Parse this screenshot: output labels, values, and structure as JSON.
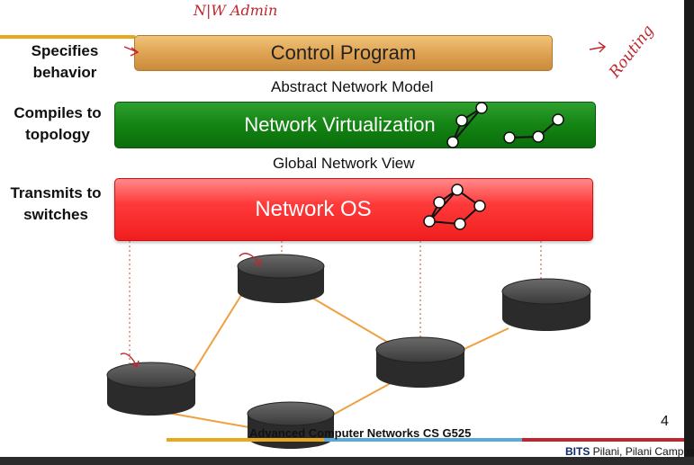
{
  "slide": {
    "handwriting": {
      "top_note": "N|W Admin",
      "side_note": "Routing"
    },
    "layers": [
      {
        "side_label": "Specifies\nbehavior",
        "box_label": "Control Program",
        "color": "#e1a656"
      },
      {
        "side_label": "Compiles to\ntopology",
        "box_label": "Network Virtualization",
        "color": "#138413"
      },
      {
        "side_label": "Transmits to\nswitches",
        "box_label": "Network OS",
        "color": "#ff3a3a"
      }
    ],
    "captions": {
      "abstract_model": "Abstract Network Model",
      "global_view": "Global Network View"
    },
    "page_number": "4",
    "footer": {
      "course_title": "Advanced Computer Networks CS G525",
      "brand_bold": "BITS",
      "brand_rest": " Pilani, Pilani Campus",
      "line_colors": [
        "#e8a81e",
        "#5aa9d6",
        "#c0262d"
      ]
    },
    "icons": {
      "switch": "switch-icon",
      "graph": "topology-graph-icon",
      "arrow": "annotation-arrow-icon"
    },
    "colors": {
      "link": "#f0a040",
      "dotted": "#c87a5a",
      "annotation": "#c0262d"
    }
  }
}
